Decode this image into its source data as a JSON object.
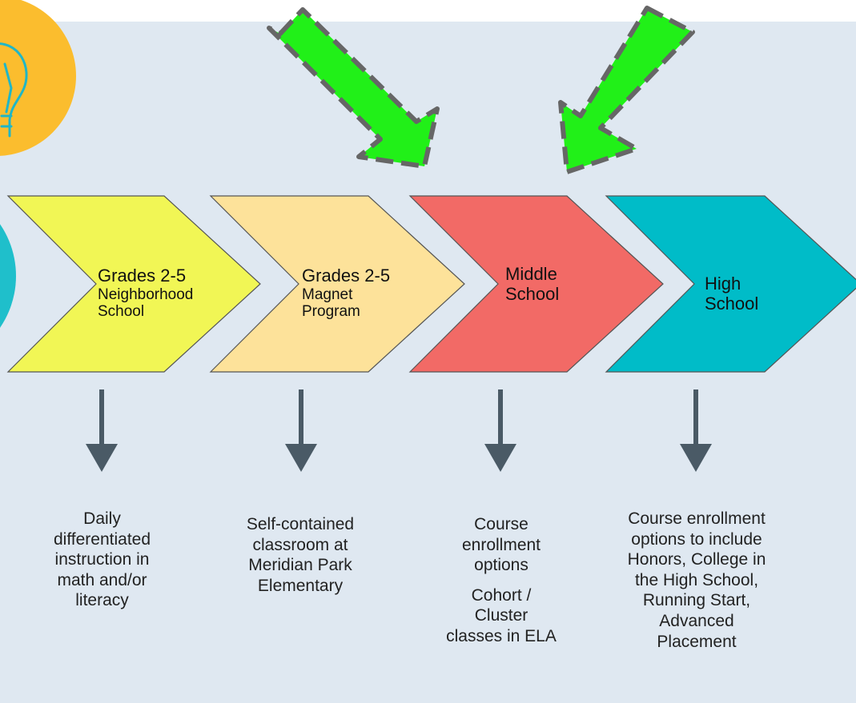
{
  "colors": {
    "background_panel": "#dfe8f1",
    "step_1": "#f1f655",
    "step_2": "#fde29a",
    "step_3": "#f26a66",
    "step_4": "#00bcc8",
    "callout_arrow": "#21f018",
    "callout_arrow_border": "#666666",
    "down_arrow": "#4a5a66",
    "bulb_circle": "#fbbd2e",
    "teal_circle": "#1fbfcb"
  },
  "icons": [
    "lightbulb-icon",
    "green-callout-arrow",
    "down-arrow"
  ],
  "steps": [
    {
      "main": "Grades 2-5",
      "sub_line1": "Neighborhood",
      "sub_line2": "School"
    },
    {
      "main": "Grades 2-5",
      "sub_line1": "Magnet",
      "sub_line2": "Program"
    },
    {
      "main": "Middle",
      "sub_line1": "School",
      "sub_line2": ""
    },
    {
      "main": "High",
      "sub_line1": "School",
      "sub_line2": ""
    }
  ],
  "descriptions": [
    {
      "lines": [
        "Daily",
        "differentiated",
        "instruction in",
        "math and/or",
        "literacy"
      ]
    },
    {
      "lines": [
        "Self-contained",
        "classroom at",
        "Meridian Park",
        "Elementary"
      ]
    },
    {
      "lines": [
        "Course",
        "enrollment",
        "options"
      ],
      "lines_b": [
        "Cohort /",
        "Cluster",
        "classes in ELA"
      ]
    },
    {
      "lines": [
        "Course enrollment",
        "options to include",
        "Honors, College in",
        "the High School,",
        "Running Start,",
        "Advanced",
        "Placement"
      ]
    }
  ]
}
